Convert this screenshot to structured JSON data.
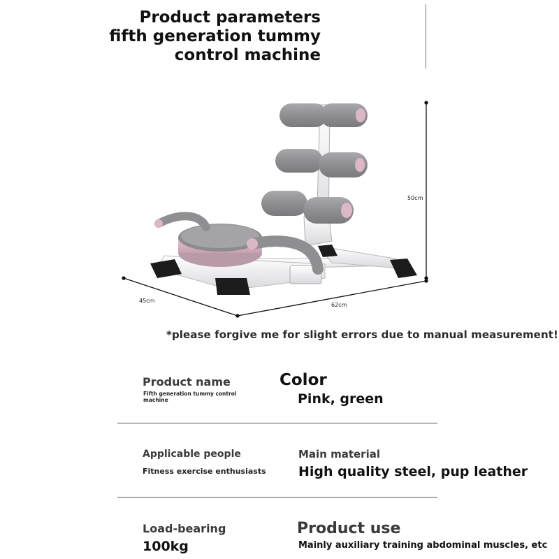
{
  "header": {
    "line1": "Product parameters",
    "line2": "fifth generation tummy",
    "line3": "control machine"
  },
  "dimensions": {
    "height": "50cm",
    "depth": "45cm",
    "width": "62cm"
  },
  "note": "*please forgive me for slight errors due to manual measurement!",
  "specs": {
    "product_name": {
      "label": "Product name",
      "value_line1": "Fifth generation tummy control",
      "value_line2": "machine"
    },
    "color": {
      "label": "Color",
      "value": "Pink, green"
    },
    "applicable_people": {
      "label": "Applicable people",
      "value": "Fitness exercise enthusiasts"
    },
    "main_material": {
      "label": "Main material",
      "value": "High quality steel, pup leather"
    },
    "load_bearing": {
      "label": "Load-bearing",
      "value": "100kg"
    },
    "product_use": {
      "label": "Product use",
      "value": "Mainly auxiliary training abdominal muscles, etc"
    }
  },
  "colors": {
    "foam": "#8f8f91",
    "pink": "#dcb7c7",
    "frame": "#f4f4f6",
    "feet": "#1c1c1c"
  }
}
